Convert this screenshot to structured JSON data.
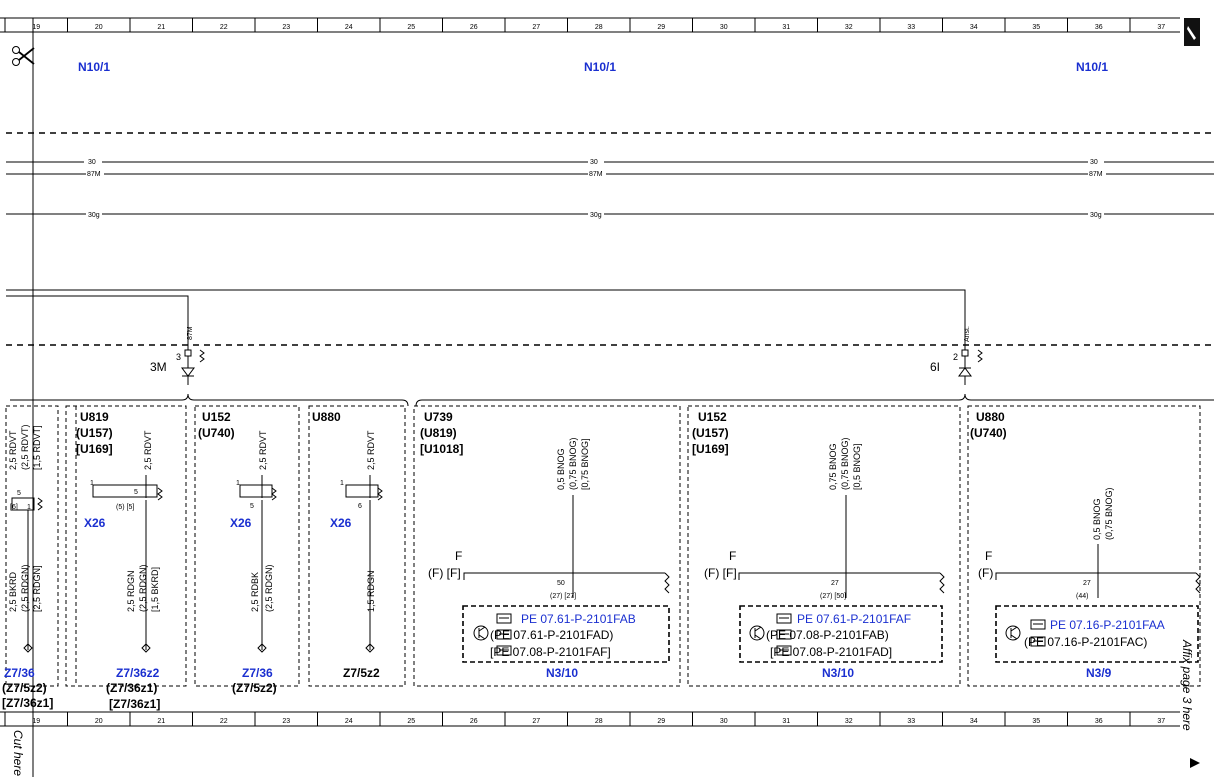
{
  "ruler": {
    "numbers": [
      "19",
      "20",
      "21",
      "22",
      "23",
      "24",
      "25",
      "26",
      "27",
      "28",
      "29",
      "30",
      "31",
      "32",
      "33",
      "34",
      "35",
      "36",
      "37"
    ]
  },
  "header": {
    "connectors": [
      "N10/1",
      "N10/1",
      "N10/1"
    ]
  },
  "bus_lines": {
    "l30": "30",
    "l87": "87M",
    "l30g": "30g"
  },
  "fuse_left": {
    "pin_label": "87M",
    "number": "3",
    "ref": "3M"
  },
  "fuse_right": {
    "pin_label": "Anst.",
    "number": "2",
    "ref": "6I"
  },
  "col_partial": {
    "wire_top": [
      "2,5 RDVT",
      "(2,5 RDVT)",
      "[1,5 RDVT]"
    ],
    "pin_top": "5",
    "pin_bot": "[6]",
    "pin_right": "1",
    "wire_bot": [
      "2,5 BKRD",
      "(2,5 RDGN)",
      "[2,5 RDGN]"
    ],
    "ground": [
      "Z7/36",
      "(Z7/5z2)",
      "[Z7/36z1]"
    ]
  },
  "col_u819": {
    "codes": [
      "U819",
      "(U157)",
      "[U169]"
    ],
    "wire_top": "2,5 RDVT",
    "pin_left": "1",
    "pin_top": "5",
    "pin_bot": "(5) [5]",
    "conn": "X26",
    "wire_bot": [
      "2,5 RDGN",
      "(2,5 RDGN)",
      "[1,5 BKRD]"
    ],
    "ground": [
      "Z7/36z2",
      "(Z7/36z1)",
      "[Z7/36z1]"
    ]
  },
  "col_u152a": {
    "codes": [
      "U152",
      "(U740)"
    ],
    "wire_top": "2,5 RDVT",
    "pin_left": "1",
    "pin_top": "5",
    "conn": "X26",
    "wire_bot": [
      "2,5 RDBK",
      "(2,5 RDGN)"
    ],
    "ground": [
      "Z7/36",
      "(Z7/5z2)"
    ]
  },
  "col_u880a": {
    "codes": [
      "U880"
    ],
    "wire_top": "2,5 RDVT",
    "pin_left": "1",
    "pin_top": "6",
    "conn": "X26",
    "wire_bot": "1,5 RDGN",
    "ground": "Z7/5z2"
  },
  "module_1": {
    "codes": [
      "U739",
      "(U819)",
      "[U1018]"
    ],
    "wire": [
      "0,5 BNOG",
      "(0,75 BNOG)",
      "[0,75 BNOG]"
    ],
    "f_labels": [
      "F",
      "(F) [F]"
    ],
    "pin": "50",
    "pin_alt": "(27) [27]",
    "refs": [
      "PE 07.61-P-2101FAB",
      "(PE 07.61-P-2101FAD)",
      "[PE 07.08-P-2101FAF]"
    ],
    "module": "N3/10"
  },
  "module_2": {
    "codes": [
      "U152",
      "(U157)",
      "[U169]"
    ],
    "wire": [
      "0,75 BNOG",
      "(0,75 BNOG)",
      "[0,5 BNOG]"
    ],
    "f_labels": [
      "F",
      "(F) [F]"
    ],
    "pin": "27",
    "pin_alt": "(27) [50]",
    "refs": [
      "PE 07.61-P-2101FAF",
      "(PE 07.08-P-2101FAB)",
      "[PE 07.08-P-2101FAD]"
    ],
    "module": "N3/10"
  },
  "module_3": {
    "codes": [
      "U880",
      "(U740)"
    ],
    "wire": [
      "0,5 BNOG",
      "(0,75 BNOG)"
    ],
    "f_labels": [
      "F",
      "(F)"
    ],
    "pin": "27",
    "pin_alt": "(44)",
    "refs": [
      "PE 07.16-P-2101FAA",
      "(PE 07.16-P-2101FAC)"
    ],
    "module": "N3/9"
  },
  "side_notes": {
    "cut_here": "Cut here",
    "affix": "Affix page 3 here"
  },
  "icons": [
    "scissors-icon",
    "pen-icon",
    "hand-pointer-icon",
    "transistor-icon",
    "ground-icon",
    "fuse-icon",
    "arrow-icon"
  ]
}
